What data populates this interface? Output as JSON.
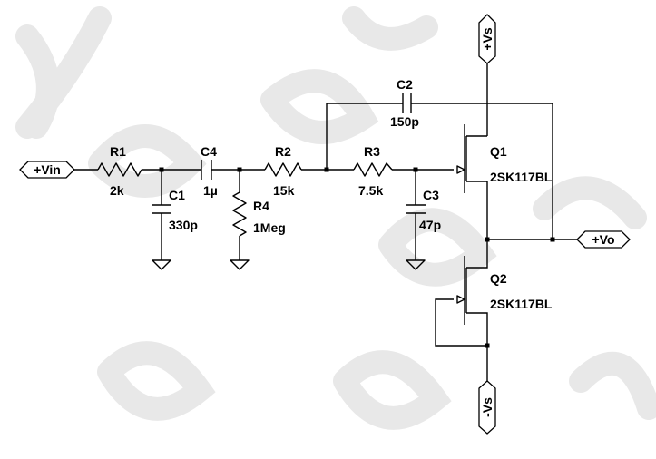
{
  "ports": {
    "vin": "+Vin",
    "vo": "+Vo",
    "vs_pos": "+Vs",
    "vs_neg": "-Vs"
  },
  "components": {
    "r1": {
      "name": "R1",
      "value": "2k"
    },
    "c1": {
      "name": "C1",
      "value": "330p"
    },
    "c4": {
      "name": "C4",
      "value": "1µ"
    },
    "r2": {
      "name": "R2",
      "value": "15k"
    },
    "r4": {
      "name": "R4",
      "value": "1Meg"
    },
    "r3": {
      "name": "R3",
      "value": "7.5k"
    },
    "c3": {
      "name": "C3",
      "value": "47p"
    },
    "c2": {
      "name": "C2",
      "value": "150p"
    },
    "q1": {
      "name": "Q1",
      "model": "2SK117BL"
    },
    "q2": {
      "name": "Q2",
      "model": "2SK117BL"
    }
  }
}
